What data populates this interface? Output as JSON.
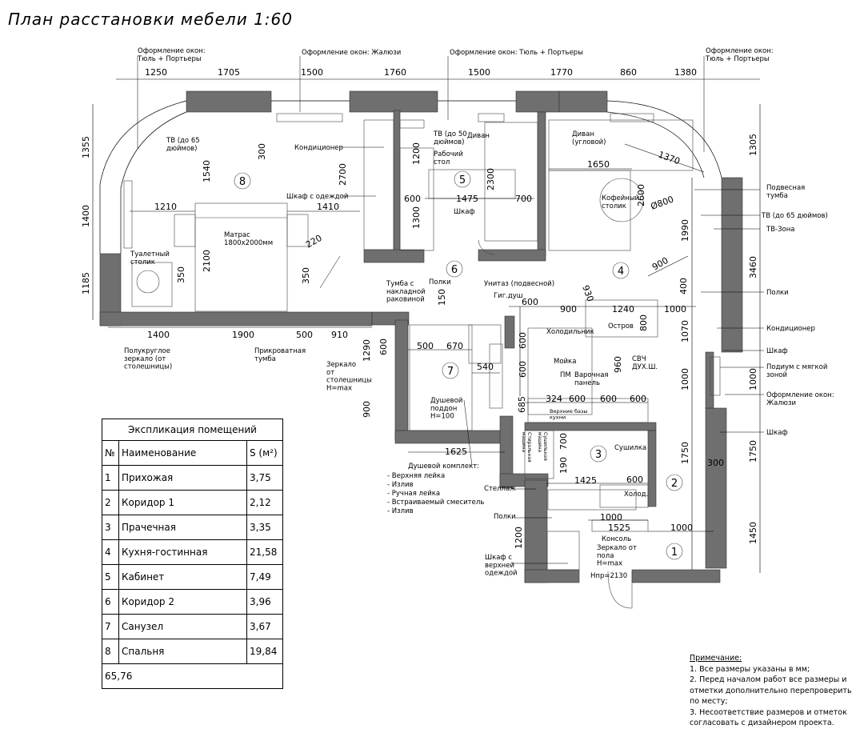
{
  "title": "План расстановки мебели 1:60",
  "top_dims": [
    "1250",
    "1705",
    "1500",
    "1760",
    "1500",
    "1770",
    "860",
    "1380"
  ],
  "left_dims": [
    "1355",
    "1400",
    "1185"
  ],
  "right_dims": [
    "1305",
    "3460",
    "1070",
    "1000",
    "1750",
    "1450"
  ],
  "right_inner_dims": [
    "1990",
    "1000",
    "1750"
  ],
  "bottom_dims": [
    "1400",
    "1900",
    "500",
    "910"
  ],
  "interior_dims": [
    "300",
    "1540",
    "1200",
    "2700",
    "2300",
    "1210",
    "1410",
    "1300",
    "600",
    "1475",
    "700",
    "1650",
    "2600",
    "1370",
    "Ø800",
    "220",
    "2100",
    "350",
    "350",
    "1290",
    "600",
    "500",
    "670",
    "150",
    "540",
    "600",
    "900",
    "1240",
    "1000",
    "800",
    "960",
    "600",
    "600",
    "324",
    "600",
    "600",
    "600",
    "685",
    "900",
    "1625",
    "700",
    "190",
    "1425",
    "600",
    "1000",
    "1525",
    "1000",
    "1200",
    "930",
    "900",
    "400",
    "300"
  ],
  "room_numbers": [
    "1",
    "2",
    "3",
    "4",
    "5",
    "6",
    "7",
    "8"
  ],
  "labels": {
    "win_tl": "Оформление окон:\nТюль + Портьеры",
    "win_blinds_top": "Оформление окон: Жалюзи",
    "win_mid": "Оформление окон: Тюль + Портьеры",
    "win_tr": "Оформление окон:\nТюль + Портьеры",
    "tv_bed": "ТВ (до 65\nдюймов)",
    "conditioner_1": "Кондиционер",
    "wardrobe_clothes": "Шкаф с одеждой",
    "tv_office": "ТВ (до 50\nдюймов)",
    "sofa": "Диван",
    "desk": "Рабочий\nстол",
    "sofa_corner": "Диван\n(угловой)",
    "coffee_table": "Кофейный\nстолик",
    "hanging_cabinet": "Подвесная\nтумба",
    "tv_living": "ТВ (до 65 дюймов)",
    "tv_zone": "ТВ-Зона",
    "shelves_r": "Полки",
    "conditioner_2": "Кондиционер",
    "wardrobe_r1": "Шкаф",
    "podium": "Подиум с мягкой\nзоной",
    "win_blinds_r": "Оформление окон:\nЖалюзи",
    "wardrobe_r2": "Шкаф",
    "mattress": "Матрас\n1800х2000мм",
    "toilet_table": "Туалетный\nстолик",
    "wardrobe_mid": "Шкаф",
    "mirror_round": "Полукруглое\nзеркало (от\nстолешницы)",
    "bedside": "Прикроватная\nтумба",
    "sink_cabinet": "Тумба с\nнакладной\nраковиной",
    "shelves_bath": "Полки",
    "toilet": "Унитаз (подвесной)",
    "hyg_shower": "Гиг.душ",
    "fridge": "Холодильник",
    "island": "Остров",
    "sink": "Мойка",
    "dishwasher": "ПМ",
    "hob": "Варочная\nпанель",
    "microwave": "СВЧ\nДУХ.Ш.",
    "mirror_bath": "Зеркало\nот\nстолешницы\nH=max",
    "upper_cabinets": "Верхние базы\nкухни",
    "shower_tray": "Душевой\nподдон\nH=100",
    "washer": "Стиральная\nмашина",
    "dryer": "Сушильная\nмашина",
    "drying": "Сушилка",
    "rack": "Стеллаж",
    "fridge_small": "Холод.",
    "shelves_hall": "Полки",
    "console": "Консоль",
    "mirror_floor": "Зеркало от\nпола\nH=max",
    "ceiling_h": "Hпр=2130",
    "wardrobe_upper": "Шкаф с\nверхней\nодеждой",
    "shower_kit_title": "Душевой комплект:",
    "shower_kit_items": [
      "- Верхняя лейка",
      "- Излив",
      "- Ручная лейка",
      "- Встраиваемый смеситель",
      "- Излив"
    ]
  },
  "explication": {
    "caption": "Экспликация помещений",
    "col_no": "№",
    "col_name": "Наименование",
    "col_area": "S (м²)",
    "rows": [
      {
        "no": "1",
        "name": "Прихожая",
        "area": "3,75"
      },
      {
        "no": "2",
        "name": "Коридор 1",
        "area": "2,12"
      },
      {
        "no": "3",
        "name": "Прачечная",
        "area": "3,35"
      },
      {
        "no": "4",
        "name": "Кухня-гостинная",
        "area": "21,58"
      },
      {
        "no": "5",
        "name": "Кабинет",
        "area": "7,49"
      },
      {
        "no": "6",
        "name": "Коридор 2",
        "area": "3,96"
      },
      {
        "no": "7",
        "name": "Санузел",
        "area": "3,67"
      },
      {
        "no": "8",
        "name": "Спальня",
        "area": "19,84"
      }
    ],
    "total": "65,76"
  },
  "notes": {
    "title": "Примечание:",
    "items": [
      "1. Все размеры указаны в мм;",
      "2. Перед началом работ все размеры и",
      "отметки дополнительно перепроверить",
      "по месту;",
      "3. Несоответствие размеров и отметок",
      "согласовать с дизайнером проекта."
    ]
  }
}
